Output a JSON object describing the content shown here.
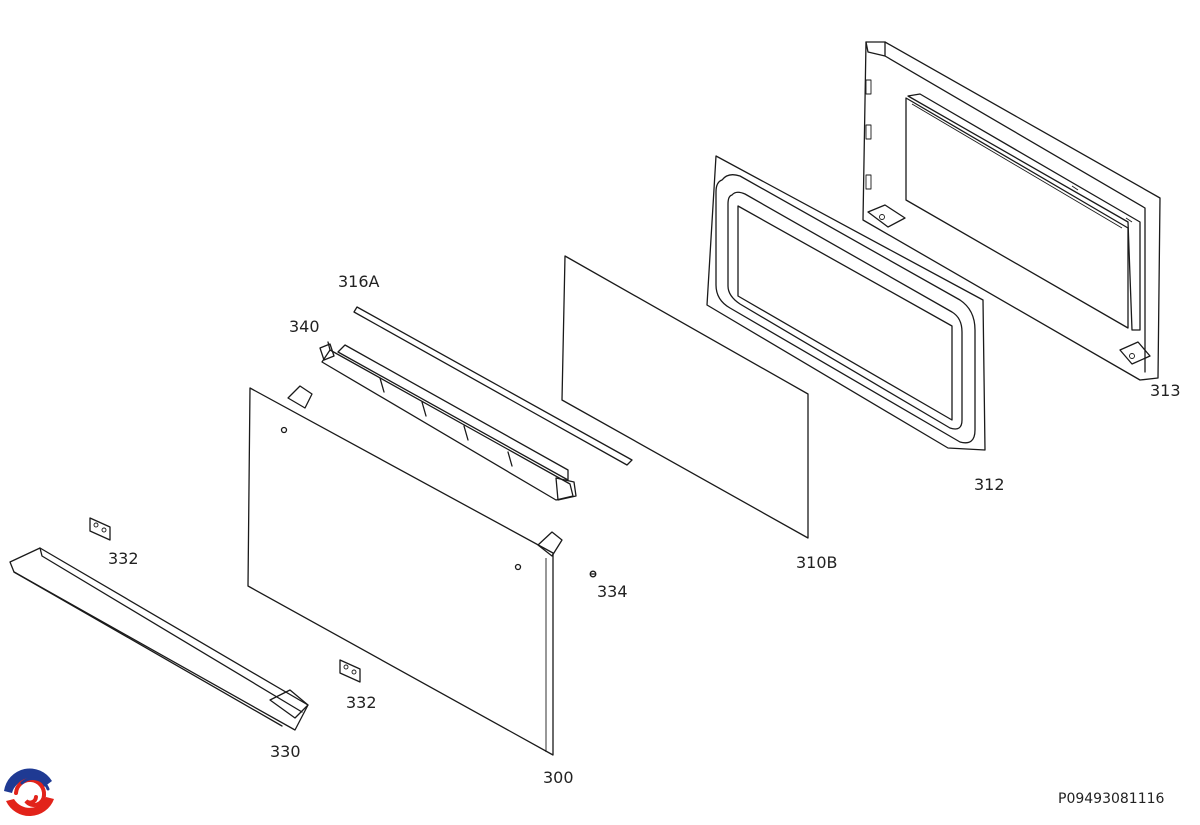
{
  "diagram": {
    "callouts": {
      "p313": "313",
      "p312": "312",
      "p310B": "310B",
      "p316A": "316A",
      "p340": "340",
      "p300": "300",
      "p334": "334",
      "p332_top": "332",
      "p332_bottom": "332",
      "p330": "330"
    },
    "document_number": "P09493081116"
  },
  "brand": {
    "logo_icon": "swirl-logo-icon",
    "colors": {
      "red": "#e2231a",
      "blue": "#1f3a93"
    }
  }
}
